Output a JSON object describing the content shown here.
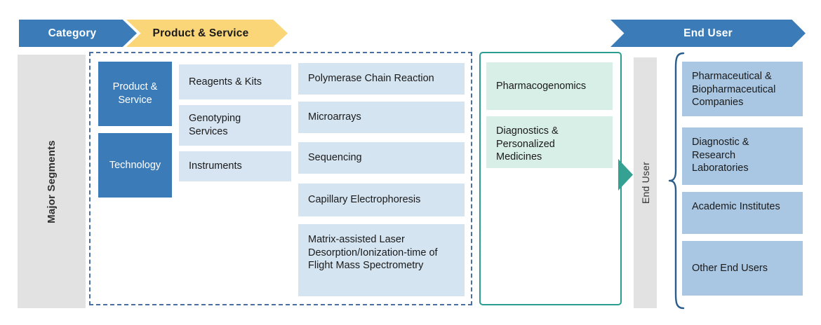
{
  "header": {
    "chevrons": [
      {
        "label": "Category",
        "color": "#3b7cb8",
        "text_color": "#ffffff"
      },
      {
        "label": "Product & Service",
        "color": "#fad678",
        "text_color": "#1a1a1a"
      },
      {
        "label": "End User",
        "color": "#3b7cb8",
        "text_color": "#ffffff"
      }
    ]
  },
  "left_band": {
    "label": "Major Segments"
  },
  "end_user_band": {
    "label": "End User"
  },
  "segments": [
    {
      "label": "Product & Service"
    },
    {
      "label": "Technology"
    }
  ],
  "product_service_items": [
    {
      "label": "Reagents & Kits"
    },
    {
      "label": "Genotyping Services"
    },
    {
      "label": "Instruments"
    }
  ],
  "technology_items": [
    {
      "label": "Polymerase Chain Reaction"
    },
    {
      "label": "Microarrays"
    },
    {
      "label": "Sequencing"
    },
    {
      "label": "Capillary Electrophoresis"
    },
    {
      "label": "Matrix-assisted Laser Desorption/Ionization-time of Flight Mass Spectrometry"
    }
  ],
  "application_items": [
    {
      "label": "Pharmacogenomics"
    },
    {
      "label": "Diagnostics & Personalized Medicines"
    }
  ],
  "end_user_items": [
    {
      "label": "Pharmaceutical & Biopharmaceutical Companies"
    },
    {
      "label": "Diagnostic & Research Laboratories"
    },
    {
      "label": "Academic Institutes"
    },
    {
      "label": "Other End Users"
    }
  ],
  "colors": {
    "primary_blue": "#3b7cb8",
    "accent_yellow": "#fad678",
    "light_blue": "#d7e5f2",
    "end_user_blue": "#a9c7e3",
    "green_border": "#2a9d8f",
    "green_fill": "#d8efe7",
    "teal_arrow": "#35a193",
    "gray_band": "#e2e2e2",
    "dashed_border": "#4a6fa0"
  }
}
